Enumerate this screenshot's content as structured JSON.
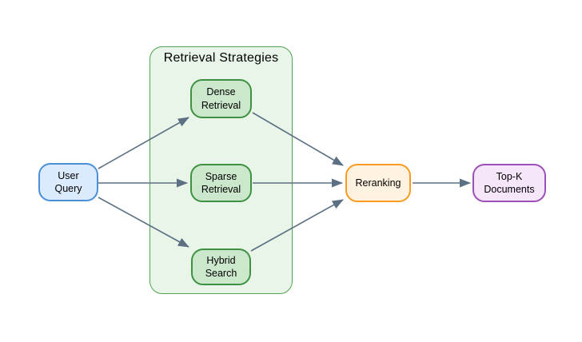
{
  "diagram": {
    "background": "#ffffff",
    "edge_color": "#5b7083",
    "text_color": "#000000",
    "group": {
      "title": "Retrieval Strategies",
      "fill": "#e8f5e8",
      "border": "#54a254"
    },
    "nodes": {
      "user_query": {
        "label": "User\nQuery",
        "fill": "#dbeafc",
        "border": "#4a90d9"
      },
      "dense_retrieval": {
        "label": "Dense\nRetrieval",
        "fill": "#cce8cc",
        "border": "#3f9142"
      },
      "sparse_retrieval": {
        "label": "Sparse\nRetrieval",
        "fill": "#cce8cc",
        "border": "#3f9142"
      },
      "hybrid_search": {
        "label": "Hybrid\nSearch",
        "fill": "#cce8cc",
        "border": "#3f9142"
      },
      "reranking": {
        "label": "Reranking",
        "fill": "#fff2e0",
        "border": "#f89b1f"
      },
      "top_k_documents": {
        "label": "Top-K\nDocuments",
        "fill": "#f6e6fa",
        "border": "#9c50b6"
      }
    },
    "edges": [
      {
        "from": "user_query",
        "to": "dense_retrieval"
      },
      {
        "from": "user_query",
        "to": "sparse_retrieval"
      },
      {
        "from": "user_query",
        "to": "hybrid_search"
      },
      {
        "from": "dense_retrieval",
        "to": "reranking"
      },
      {
        "from": "sparse_retrieval",
        "to": "reranking"
      },
      {
        "from": "hybrid_search",
        "to": "reranking"
      },
      {
        "from": "reranking",
        "to": "top_k_documents"
      }
    ]
  }
}
